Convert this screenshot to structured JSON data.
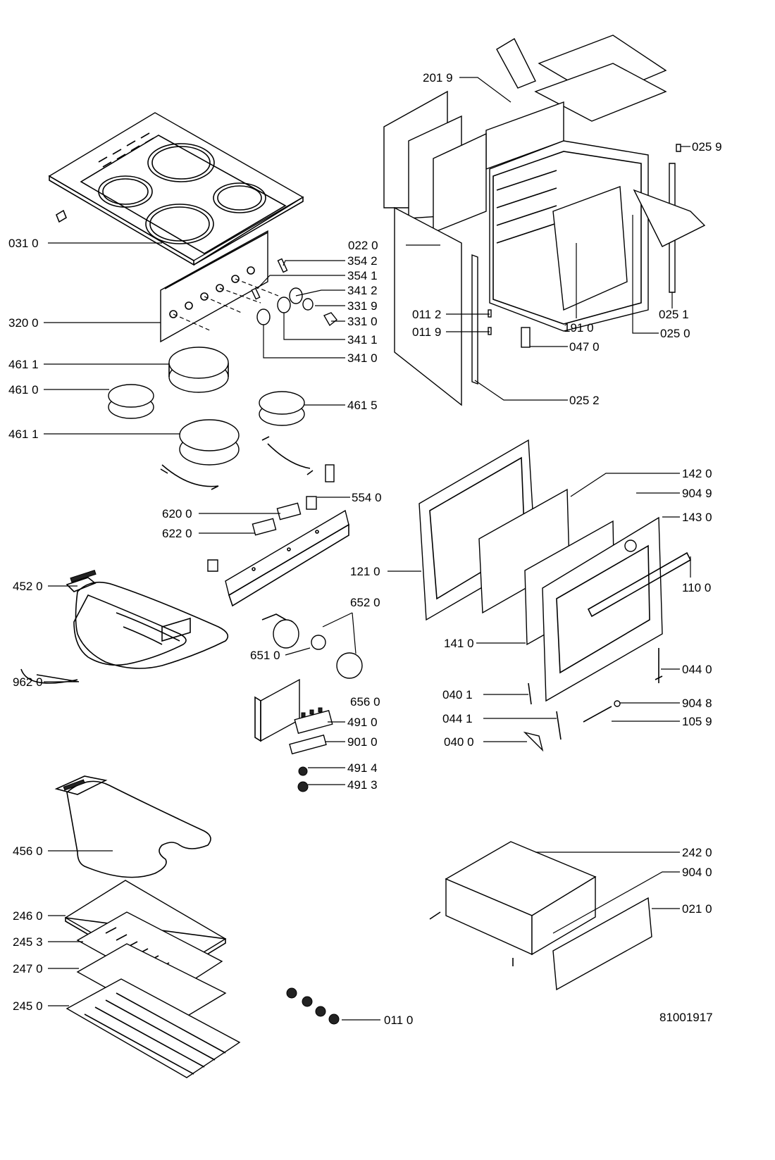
{
  "drawing_number": "81001917",
  "callouts": {
    "c0310": "031 0",
    "c3200": "320 0",
    "c3542": "354 2",
    "c3541": "354 1",
    "c3412": "341 2",
    "c3319": "331 9",
    "c3310": "331 0",
    "c3411": "341 1",
    "c3410": "341 0",
    "c4611a": "461 1",
    "c4610": "461 0",
    "c4615": "461 5",
    "c4611b": "461 1",
    "c5540": "554 0",
    "c6200": "620 0",
    "c6220": "622 0",
    "c4520": "452 0",
    "c6520": "652 0",
    "c6510": "651 0",
    "c6560": "656 0",
    "c9620": "962 0",
    "c4910": "491 0",
    "c9010": "901 0",
    "c4914": "491 4",
    "c4913": "491 3",
    "c4560": "456 0",
    "c2460": "246 0",
    "c2453": "245 3",
    "c2470": "247 0",
    "c2450": "245 0",
    "c0110": "011 0",
    "c2019": "201 9",
    "c0259": "025 9",
    "c0220": "022 0",
    "c0112": "011 2",
    "c0119": "011 9",
    "c0251": "025 1",
    "c1910": "191 0",
    "c0250": "025 0",
    "c0470": "047 0",
    "c0252": "025 2",
    "c1420": "142 0",
    "c9049": "904 9",
    "c1430": "143 0",
    "c1210": "121 0",
    "c1100": "110 0",
    "c1410": "141 0",
    "c0440": "044 0",
    "c0401": "040 1",
    "c9048": "904 8",
    "c0441": "044 1",
    "c1059": "105 9",
    "c0400": "040 0",
    "c2420": "242 0",
    "c9040": "904 0",
    "c0210": "021 0"
  }
}
